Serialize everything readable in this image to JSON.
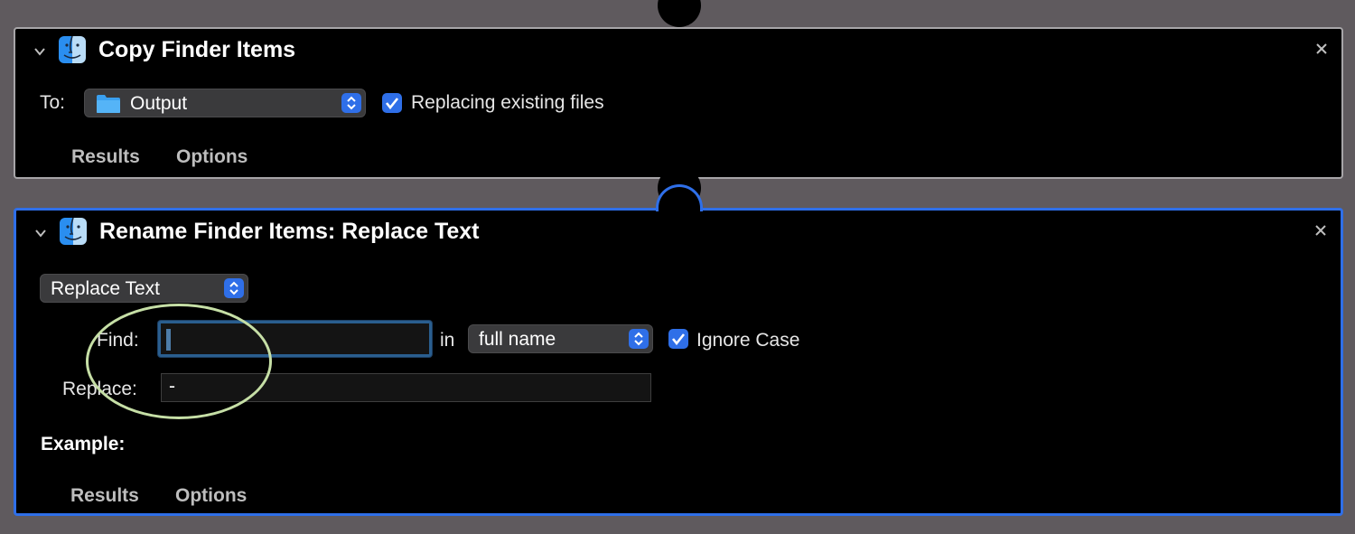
{
  "copy_action": {
    "title": "Copy Finder Items",
    "to_label": "To:",
    "destination": "Output",
    "replace_checkbox_label": "Replacing existing files",
    "replace_checked": true,
    "tabs": [
      "Results",
      "Options"
    ]
  },
  "rename_action": {
    "title": "Rename Finder Items: Replace Text",
    "mode": "Replace Text",
    "find_label": "Find:",
    "find_value": "",
    "in_label": "in",
    "scope": "full name",
    "ignore_case_label": "Ignore Case",
    "ignore_case_checked": true,
    "replace_label": "Replace:",
    "replace_value": "-",
    "example_label": "Example:",
    "tabs": [
      "Results",
      "Options"
    ]
  },
  "colors": {
    "accent": "#2f6fe8",
    "background": "#5f5a5e",
    "panel": "#000000",
    "annotation": "#c6dfa6"
  },
  "icons": [
    "chevron-down-icon",
    "finder-icon",
    "close-icon",
    "folder-icon",
    "stepper-icon",
    "checkmark-icon"
  ]
}
